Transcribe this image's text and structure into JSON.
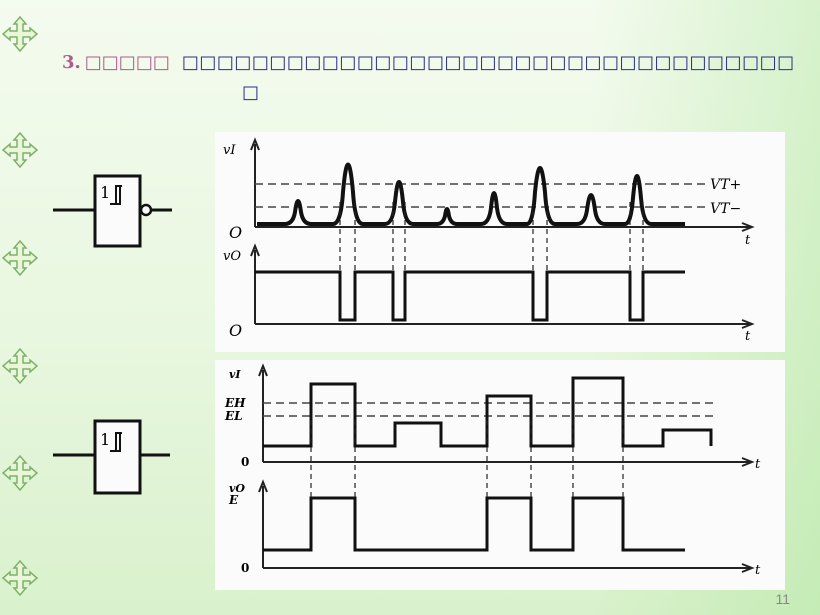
{
  "title": {
    "number": "3.",
    "heading": "□□□□□",
    "body": "□□□□□□□□□□□□□□□□□□□□□□□□□□□□□□□□□□□",
    "tail": "□"
  },
  "gates": {
    "top_symbol": "1",
    "bottom_symbol": "1"
  },
  "top_diagram": {
    "input_label": "vI",
    "output_label": "vO",
    "threshold_high": "VT+",
    "threshold_low": "VT−",
    "origin_top": "O",
    "origin_bottom": "O",
    "time_top": "t",
    "time_bottom": "t"
  },
  "bottom_diagram": {
    "input_label": "vI",
    "output_label": "vO",
    "level_high": "EH",
    "level_low": "EL",
    "level_e": "E",
    "origin_top": "0",
    "origin_bottom": "0",
    "time_top": "t",
    "time_bottom": "t"
  },
  "page_number": "11",
  "icon": "four-way-arrow-icon"
}
